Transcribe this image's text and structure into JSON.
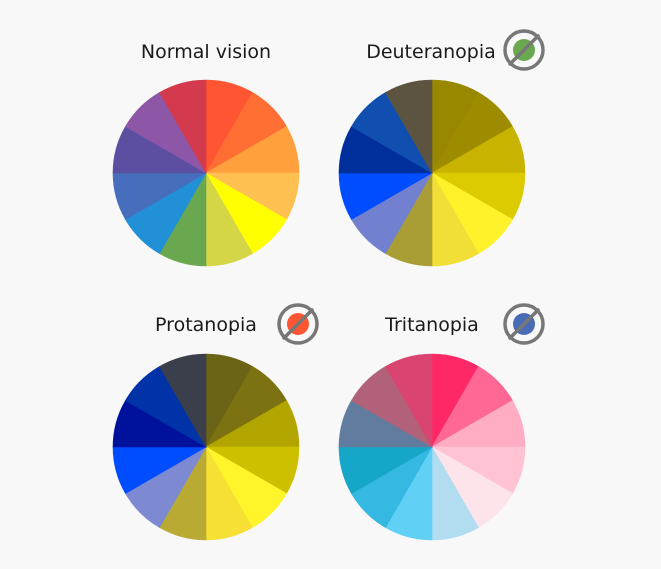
{
  "panels": [
    {
      "title": "Normal vision",
      "badge": null,
      "segments": [
        "#ff5533",
        "#ff6e33",
        "#ffa03c",
        "#ffc052",
        "#ffff00",
        "#d4d645",
        "#6aa84f",
        "#2190d6",
        "#476ebc",
        "#5c4ea0",
        "#8e56a6",
        "#d43a4d"
      ]
    },
    {
      "title": "Deuteranopia",
      "badge": {
        "icon": "deuteranopia-green-icon",
        "dot_color": "#6aa84f"
      },
      "segments": [
        "#978800",
        "#9d8c00",
        "#c8b400",
        "#dccb00",
        "#fff22a",
        "#f1de36",
        "#a99e35",
        "#7181cf",
        "#004cff",
        "#002f9b",
        "#104fb0",
        "#5c5341"
      ]
    },
    {
      "title": "Protanopia",
      "badge": {
        "icon": "protanopia-red-icon",
        "dot_color": "#ff5533"
      },
      "segments": [
        "#6b6416",
        "#7c7211",
        "#b3a500",
        "#cdc000",
        "#fff52a",
        "#f6e034",
        "#b8aa33",
        "#7d8ad2",
        "#004cff",
        "#00119b",
        "#0033a8",
        "#3b3f4c"
      ]
    },
    {
      "title": "Tritanopia",
      "badge": {
        "icon": "tritanopia-blue-icon",
        "dot_color": "#4a6bb5"
      },
      "segments": [
        "#ff2866",
        "#ff6894",
        "#ffadc3",
        "#ffc3d4",
        "#fce4ea",
        "#b2dcf0",
        "#60d0f5",
        "#35b8e1",
        "#16a6c8",
        "#617c9e",
        "#b16279",
        "#d94470"
      ]
    }
  ]
}
